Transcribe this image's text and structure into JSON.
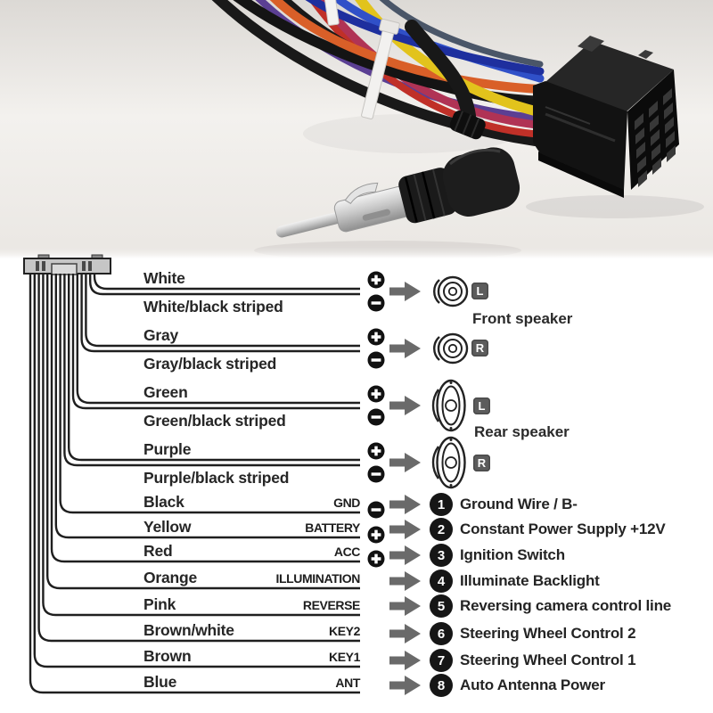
{
  "photo": {
    "description_icons": [
      "wire-bundle",
      "cable-tie",
      "iso-connector",
      "right-angle-antenna-plug",
      "antenna-pin"
    ],
    "colors": {
      "background": "#efedea",
      "wire_black": "#191919",
      "wire_blue": "#3050c8",
      "wire_navy": "#1e2f9e",
      "wire_orange": "#d95f28",
      "wire_yellow": "#e2c31c",
      "wire_crimson": "#b03355",
      "wire_red": "#c03028",
      "wire_purple": "#5b3f93",
      "wire_slate": "#4a5668",
      "tie_white": "#f2f1ef",
      "connector_black": "#141414",
      "metal_silver": "#c9c9c9"
    }
  },
  "diagram": {
    "colors": {
      "line": "#1f1f1f",
      "arrow": "#6a6a6a",
      "symbol_bg": "#111111",
      "number_bg": "#161616",
      "badge_bg": "#5c5c5c",
      "connector_fill": "#c6c6c6"
    },
    "icons": {
      "plus": "+",
      "minus": "−",
      "arrow": "➜",
      "front_speaker": "round-speaker-icon",
      "rear_speaker": "oval-speaker-icon"
    },
    "speaker_groups": [
      {
        "label": "Front speaker"
      },
      {
        "label": "Rear speaker"
      }
    ],
    "speaker_pairs": [
      {
        "positive": "White",
        "negative": "White/black striped",
        "channel": "L"
      },
      {
        "positive": "Gray",
        "negative": "Gray/black striped",
        "channel": "R"
      },
      {
        "positive": "Green",
        "negative": "Green/black striped",
        "channel": "L"
      },
      {
        "positive": "Purple",
        "negative": "Purple/black striped",
        "channel": "R"
      }
    ],
    "power_wires": [
      {
        "color": "Black",
        "tag": "GND",
        "polarity": "-",
        "num": "1",
        "desc": "Ground Wire / B-"
      },
      {
        "color": "Yellow",
        "tag": "BATTERY",
        "polarity": "+",
        "num": "2",
        "desc": "Constant Power Supply +12V"
      },
      {
        "color": "Red",
        "tag": "ACC",
        "polarity": "+",
        "num": "3",
        "desc": "Ignition Switch"
      },
      {
        "color": "Orange",
        "tag": "ILLUMINATION",
        "polarity": "",
        "num": "4",
        "desc": "Illuminate Backlight"
      },
      {
        "color": "Pink",
        "tag": "REVERSE",
        "polarity": "",
        "num": "5",
        "desc": "Reversing camera control line"
      },
      {
        "color": "Brown/white",
        "tag": "KEY2",
        "polarity": "",
        "num": "6",
        "desc": "Steering Wheel Control 2"
      },
      {
        "color": "Brown",
        "tag": "KEY1",
        "polarity": "",
        "num": "7",
        "desc": "Steering Wheel Control 1"
      },
      {
        "color": "Blue",
        "tag": "ANT",
        "polarity": "",
        "num": "8",
        "desc": "Auto  Antenna Power"
      }
    ]
  }
}
